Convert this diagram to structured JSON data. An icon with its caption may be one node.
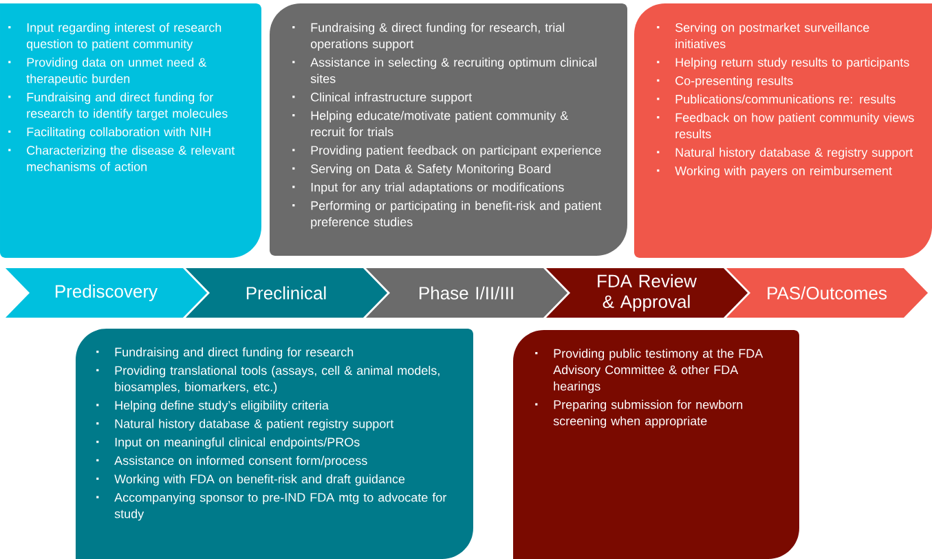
{
  "diagram": {
    "nodes": [
      {
        "text": [
          "Input regarding interest of research question to patient community",
          "Providing data on unmet need & therapeutic burden",
          "Fundraising and direct funding for research to identify target molecules",
          "Facilitating collaboration with NIH",
          "Characterizing the disease & relevant mechanisms of action"
        ]
      },
      {
        "text": [
          "Fundraising & direct funding for research, trial operations support",
          "Assistance in selecting & recruiting optimum clinical sites",
          "Clinical infrastructure support",
          "Helping educate/motivate patient community & recruit for trials",
          "Providing patient feedback on participant experience",
          "Serving on Data & Safety Monitoring Board",
          "Input for any trial adaptations or modifications",
          "Performing or participating in benefit-risk and patient preference studies"
        ]
      },
      {
        "text": [
          "Serving on postmarket surveillance initiatives",
          "Helping return study results to participants",
          "Co-presenting results",
          "Publications/communications re: results",
          "Feedback on how patient community views results",
          "Natural history database & registry support",
          "Working with payers on reimbursement"
        ]
      },
      {
        "text": [
          "Prediscovery"
        ]
      },
      {
        "text": [
          "Preclinical"
        ]
      },
      {
        "text": [
          "Phase I/II/III"
        ]
      },
      {
        "text": [
          "FDA Review & Approval"
        ]
      },
      {
        "text": [
          "PAS/Outcomes"
        ]
      },
      {
        "text": [
          "Fundraising and direct funding for research",
          "Providing translational tools (assays, cell & animal models, biosamples, biomarkers, etc.)",
          "Helping define study’s eligibility criteria",
          "Natural history database & patient registry support",
          "Input on meaningful clinical endpoints/PROs",
          "Assistance on informed consent form/process",
          "Working with FDA on benefit-risk and draft guidance",
          "Accompanying sponsor to pre-IND FDA mtg to advocate for study"
        ]
      },
      {
        "text": [
          "Providing public testimony at the FDA Advisory Committee & other FDA hearings",
          "Preparing submission for newborn screening when appropriate"
        ]
      }
    ]
  }
}
